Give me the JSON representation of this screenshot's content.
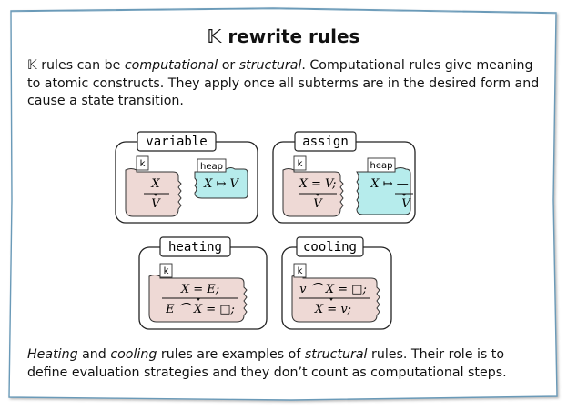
{
  "title": "𝕂 rewrite rules",
  "intro": {
    "k_symbol": "𝕂",
    "p1": " rules can be ",
    "computational": "computational",
    "p2": " or ",
    "structural": "structural",
    "p3": ". Computational rules give meaning to atomic constructs. They apply once all subterms are in the desired form and cause a state transition."
  },
  "rules": [
    {
      "name": "variable",
      "cells": [
        {
          "label": "k",
          "top": "X",
          "bottom": "V"
        },
        {
          "label": "heap",
          "top": "X ↦ V",
          "bottom": ""
        }
      ]
    },
    {
      "name": "assign",
      "cells": [
        {
          "label": "k",
          "top": "X = V;",
          "bottom": "V"
        },
        {
          "label": "heap",
          "top": "X ↦ —",
          "bottom": "V"
        }
      ]
    },
    {
      "name": "heating",
      "cells": [
        {
          "label": "k",
          "top": "X = E;",
          "bottom": "E ⌒ X = □;"
        }
      ]
    },
    {
      "name": "cooling",
      "cells": [
        {
          "label": "k",
          "top": "v ⌒ X = □;",
          "bottom": "X = v;"
        }
      ]
    }
  ],
  "outro": {
    "heating": "Heating",
    "p1": " and ",
    "cooling": "cooling",
    "p2": " rules are examples of ",
    "structural": "structural",
    "p3": " rules.  Their role is to define evaluation strategies and they don’t count as computational steps."
  },
  "colors": {
    "k_cell": "#eed9d5",
    "heap_cell": "#b6ecec",
    "frame": "#6a9ab8"
  }
}
